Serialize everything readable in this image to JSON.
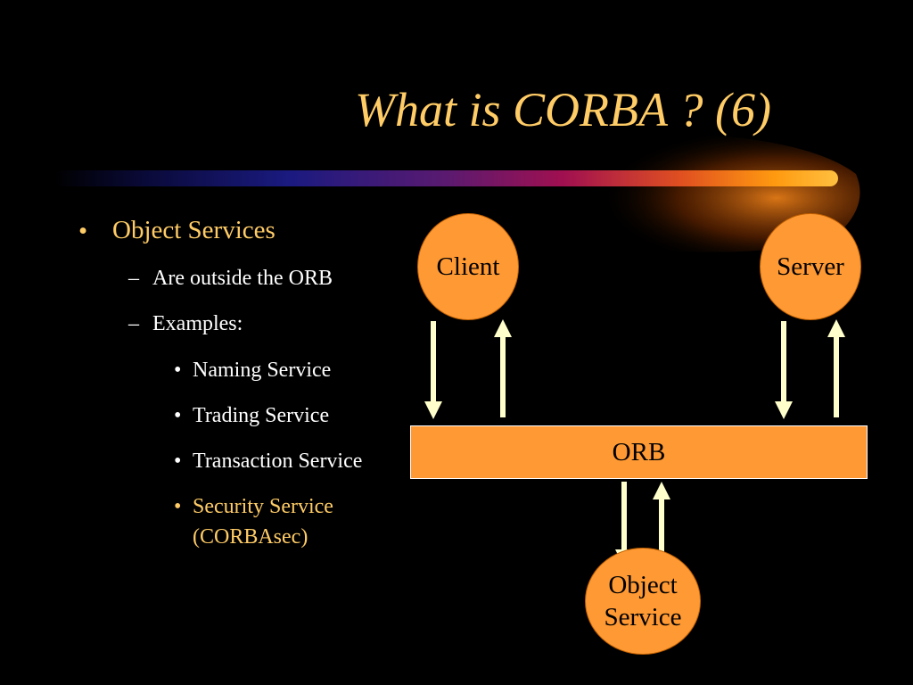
{
  "title": "What is CORBA ? (6)",
  "bullets": {
    "main": "Object Services",
    "sub": [
      "Are outside the ORB",
      "Examples:"
    ],
    "examples": [
      "Naming Service",
      "Trading Service",
      "Transaction Service",
      "Security Service",
      "(CORBAsec)"
    ]
  },
  "diagram": {
    "client": "Client",
    "server": "Server",
    "orb": "ORB",
    "object_service_line1": "Object",
    "object_service_line2": "Service"
  },
  "colors": {
    "title": "#FFCC66",
    "highlight": "#FFCC66",
    "node_fill": "#FF9933",
    "arrow": "#FFFFCC",
    "background": "#000000"
  }
}
